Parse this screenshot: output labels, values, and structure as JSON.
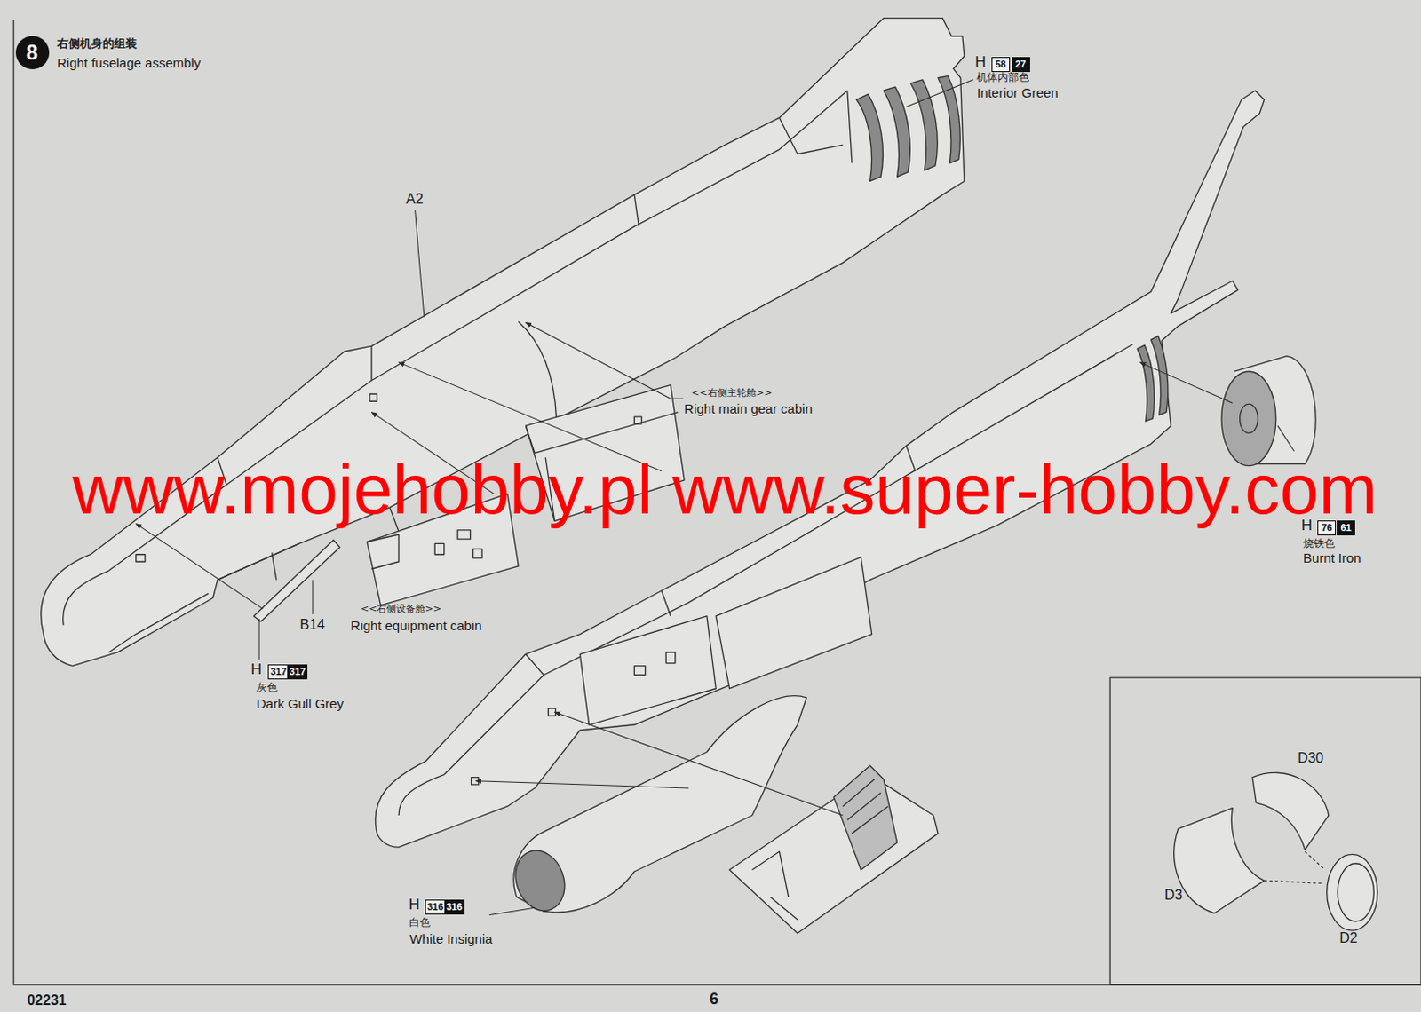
{
  "diagram": {
    "title": "右侧机身的组装",
    "nodes": [
      {
        "text": [
          "8"
        ]
      },
      {
        "text": [
          "58"
        ]
      },
      {
        "text": [
          "27"
        ]
      },
      {
        "text": [
          "317"
        ]
      },
      {
        "text": [
          "317"
        ]
      },
      {
        "text": [
          "316"
        ]
      },
      {
        "text": [
          "316"
        ]
      },
      {
        "text": [
          "76"
        ]
      },
      {
        "text": [
          "61"
        ]
      }
    ],
    "labels": [
      "Right fuselage assembly",
      "H",
      "机体内部色",
      "Interior Green",
      "A2",
      "<<右侧主轮舱>>",
      "Right main gear cabin",
      "www.mojehobby.pl www.super-hobby.com",
      "H",
      "烧铁色",
      "Burnt Iron",
      "B14",
      "<<右侧设备舱>>",
      "Right equipment cabin",
      "H",
      "灰色",
      "Dark Gull Grey",
      "D30",
      "D3",
      "D2",
      "H",
      "白色",
      "White Insignia",
      "02231",
      "6"
    ]
  }
}
